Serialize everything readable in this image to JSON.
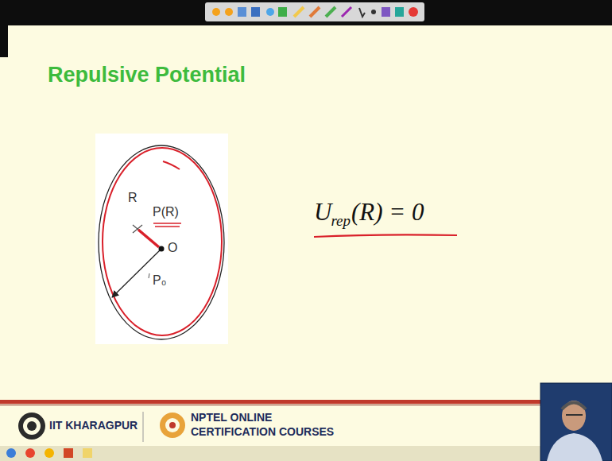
{
  "diagram": {
    "title": "Repulsive Potential",
    "labels": [
      "R",
      "P(R)",
      "O",
      "P₀",
      "U",
      "rep",
      "(R) = 0",
      "IIT KHARAGPUR",
      "NPTEL ONLINE",
      "CERTIFICATION COURSES"
    ]
  }
}
